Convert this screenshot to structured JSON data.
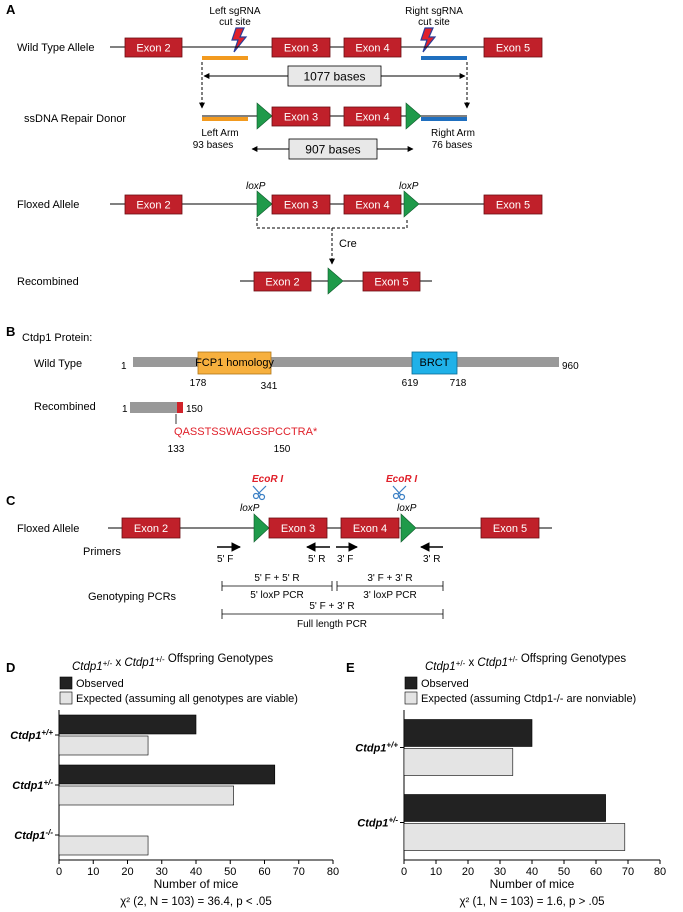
{
  "colors": {
    "exon": "#c0202a",
    "exon_border": "#6a0d12",
    "left_arm": "#f29a1f",
    "right_arm": "#1f6fbf",
    "loxp": "#1f9a4a",
    "protein_bar": "#999999",
    "fcp1": "#f7b03e",
    "brct": "#1fb1e8",
    "observed": "#222222",
    "expected": "#e4e4e4",
    "red_text": "#e0202a"
  },
  "panel_a": {
    "letter": "A",
    "left_sgrna": "Left sgRNA",
    "left_cut": "cut site",
    "right_sgrna": "Right sgRNA",
    "right_cut": "cut site",
    "wt_label": "Wild Type Allele",
    "donor_label": "ssDNA Repair Donor",
    "floxed_label": "Floxed Allele",
    "recombined_label": "Recombined",
    "exon2": "Exon 2",
    "exon3": "Exon 3",
    "exon4": "Exon 4",
    "exon5": "Exon 5",
    "len_wt": "1077 bases",
    "len_donor": "907 bases",
    "left_arm": "Left Arm",
    "left_arm_len": "93 bases",
    "right_arm": "Right Arm",
    "right_arm_len": "76 bases",
    "loxp": "loxP",
    "cre": "Cre"
  },
  "panel_b": {
    "letter": "B",
    "title": "Ctdp1 Protein:",
    "wt_label": "Wild Type",
    "rec_label": "Recombined",
    "fcp1": "FCP1 homology",
    "brct": "BRCT",
    "n1": "1",
    "n960": "960",
    "n178": "178",
    "n341": "341",
    "n619": "619",
    "n718": "718",
    "r1": "1",
    "r150": "150",
    "seq": "QASSTSSWAGGSPCCTRA*",
    "s133": "133",
    "s150": "150"
  },
  "panel_c": {
    "letter": "C",
    "floxed_label": "Floxed Allele",
    "exon2": "Exon 2",
    "exon3": "Exon 3",
    "exon4": "Exon 4",
    "exon5": "Exon 5",
    "ecori": "EcoR I",
    "loxp": "loxP",
    "primers": "Primers",
    "p5f": "5' F",
    "p5r": "5' R",
    "p3f": "3' F",
    "p3r": "3' R",
    "geno": "Genotyping PCRs",
    "pcr1_top": "5' F + 5' R",
    "pcr1_bot": "5' loxP PCR",
    "pcr2_top": "3' F + 3' R",
    "pcr2_bot": "3' loxP PCR",
    "pcr3_top": "5' F + 3' R",
    "pcr3_bot": "Full length PCR"
  },
  "chart_data": [
    {
      "panel": "D",
      "type": "bar",
      "orientation": "horizontal",
      "title_parts": [
        "Ctdp1",
        "+/-",
        " x ",
        "Ctdp1",
        "+/-",
        " Offspring Genotypes"
      ],
      "legend": [
        "Observed",
        "Expected (assuming all genotypes are viable)"
      ],
      "categories": [
        "Ctdp1+/+",
        "Ctdp1+/-",
        "Ctdp1-/-"
      ],
      "category_sup": [
        "+/+",
        "+/-",
        "-/-"
      ],
      "series": [
        {
          "name": "Observed",
          "values": [
            40,
            63,
            0
          ]
        },
        {
          "name": "Expected (assuming all genotypes are viable)",
          "values": [
            26,
            51,
            26
          ]
        }
      ],
      "xlabel": "Number of mice",
      "xlim": [
        0,
        80
      ],
      "xticks": [
        0,
        10,
        20,
        30,
        40,
        50,
        60,
        70,
        80
      ],
      "stat": "χ² (2, N = 103) = 36.4, p < .05"
    },
    {
      "panel": "E",
      "type": "bar",
      "orientation": "horizontal",
      "title_parts": [
        "Ctdp1",
        "+/-",
        " x ",
        "Ctdp1",
        "+/-",
        " Offspring Genotypes"
      ],
      "legend": [
        "Observed",
        "Expected (assuming Ctdp1-/- are nonviable)"
      ],
      "categories": [
        "Ctdp1+/+",
        "Ctdp1+/-"
      ],
      "category_sup": [
        "+/+",
        "+/-"
      ],
      "series": [
        {
          "name": "Observed",
          "values": [
            40,
            63
          ]
        },
        {
          "name": "Expected (assuming Ctdp1-/- are nonviable)",
          "values": [
            34,
            69
          ]
        }
      ],
      "xlabel": "Number of mice",
      "xlim": [
        0,
        80
      ],
      "xticks": [
        0,
        10,
        20,
        30,
        40,
        50,
        60,
        70,
        80
      ],
      "stat": "χ² (1, N = 103) = 1.6, p > .05"
    }
  ]
}
